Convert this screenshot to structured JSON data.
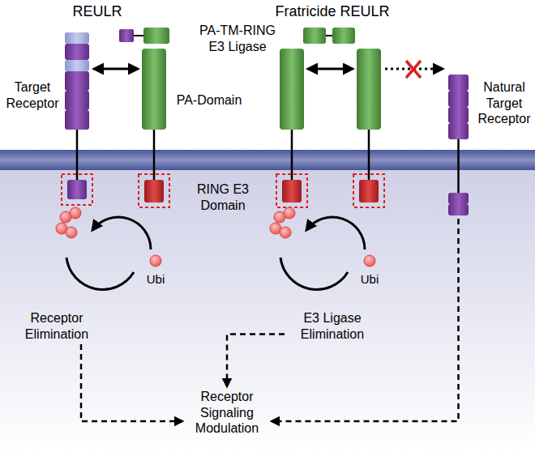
{
  "diagram": {
    "nodes": [
      {
        "text": [
          "Natural Target Receptor"
        ]
      },
      {
        "text": [
          "Receptor Elimination"
        ]
      },
      {
        "text": [
          "E3 Ligase Elimination"
        ]
      },
      {
        "text": [
          "Receptor Signaling Modulation"
        ]
      }
    ],
    "edges": [
      {
        "from": 1,
        "to": 3,
        "arrow": "to"
      },
      {
        "from": 2,
        "to": 3,
        "arrow": "to"
      },
      {
        "from": 0,
        "to": 3,
        "arrow": "to"
      }
    ],
    "labels": [
      "REULR",
      "Fratricide REULR",
      "PA-TM-RING E3 Ligase",
      "Target Receptor",
      "PA-Domain",
      "RING E3 Domain",
      "Ubi",
      "Ubi"
    ]
  }
}
